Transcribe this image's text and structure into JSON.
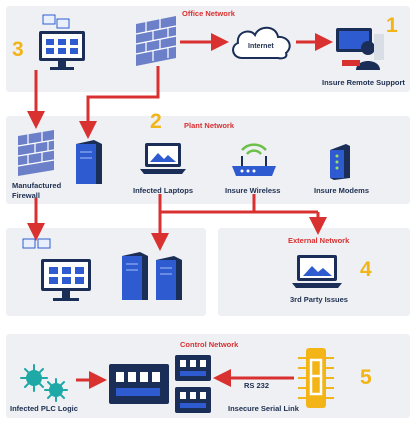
{
  "networks": {
    "office": "Office Network",
    "plant": "Plant Network",
    "external": "External Network",
    "control": "Control Network"
  },
  "labels": {
    "internet": "Internet",
    "remote_support": "Insure Remote Support",
    "infected_laptops": "Infected Laptops",
    "wireless": "Insure Wireless",
    "modems": "Insure Modems",
    "manufactured_firewall_line1": "Manufactured",
    "manufactured_firewall_line2": "Firewall",
    "third_party": "3rd Party Issues",
    "infected_plc": "Infected PLC Logic",
    "rs232": "RS 232",
    "serial_link": "Insecure Serial Link"
  },
  "numbers": [
    "1",
    "2",
    "3",
    "4",
    "5"
  ],
  "colors": {
    "arrow": "#d93030",
    "navy": "#1b2e57",
    "blue": "#2f5bd1",
    "firewall": "#6b80c9",
    "number": "#f2b416",
    "panel": "#eef0f4",
    "plc": "#1fa9a6"
  }
}
